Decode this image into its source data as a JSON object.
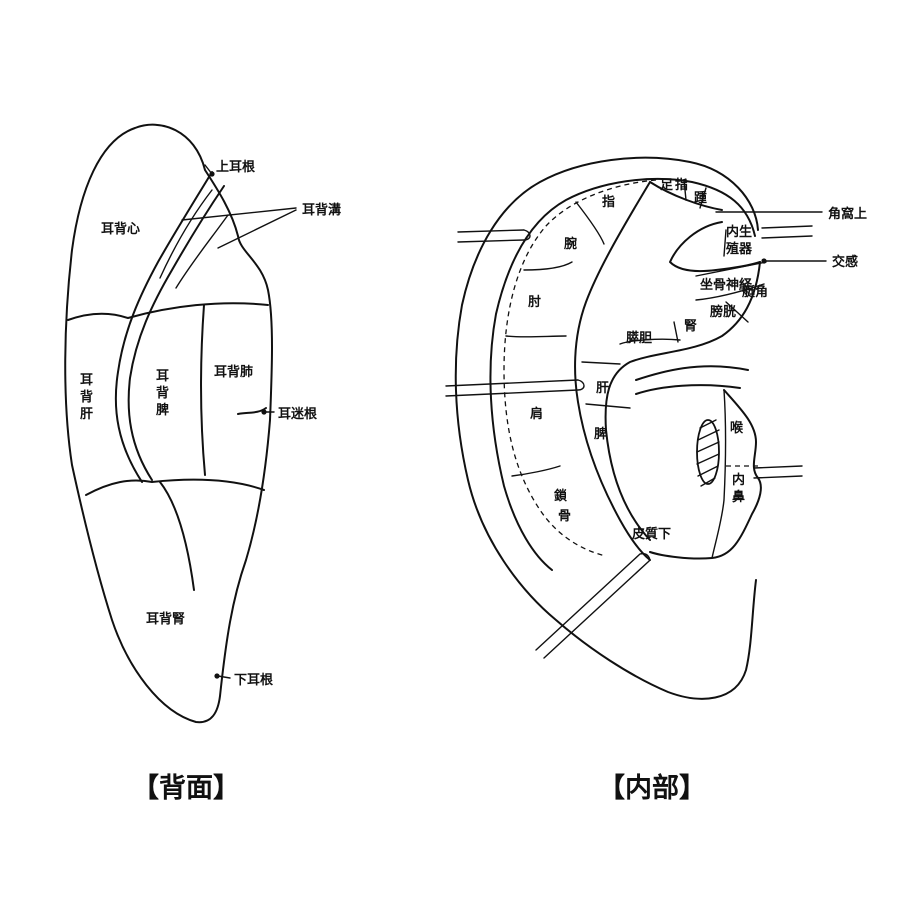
{
  "back": {
    "caption": "【背面】",
    "labels": {
      "jo_jikon": "上耳根",
      "jihaishin": "耳背心",
      "jihaiko": "耳背溝",
      "jihaikan_1": "耳",
      "jihaikan_2": "背",
      "jihaikan_3": "肝",
      "jihaihi_1": "耳",
      "jihaihi_2": "背",
      "jihaihi_3": "脾",
      "jihaihai": "耳背肺",
      "jimeikon": "耳迷根",
      "jihaijin": "耳背腎",
      "ka_jikon": "下耳根"
    }
  },
  "front": {
    "caption": "【内部】",
    "labels": {
      "sokushi_1": "足",
      "sokushi_2": "指",
      "kakato": "踵",
      "shi": "指",
      "kakukajo": "角窩上",
      "naiseishoku_1": "内生",
      "naiseishoku_2": "殖器",
      "wan": "腕",
      "kokan": "交感",
      "zakotsushinkei": "坐骨神経",
      "teikaku": "艇角",
      "chu": "肘",
      "boko": "膀胱",
      "jin": "腎",
      "sutan": "膵胆",
      "kan": "肝",
      "ken": "肩",
      "hi": "脾",
      "ko": "喉",
      "naibi_1": "内",
      "naibi_2": "鼻",
      "sakotsu_1": "鎖",
      "sakotsu_2": "骨",
      "hishitsuka": "皮質下"
    }
  }
}
